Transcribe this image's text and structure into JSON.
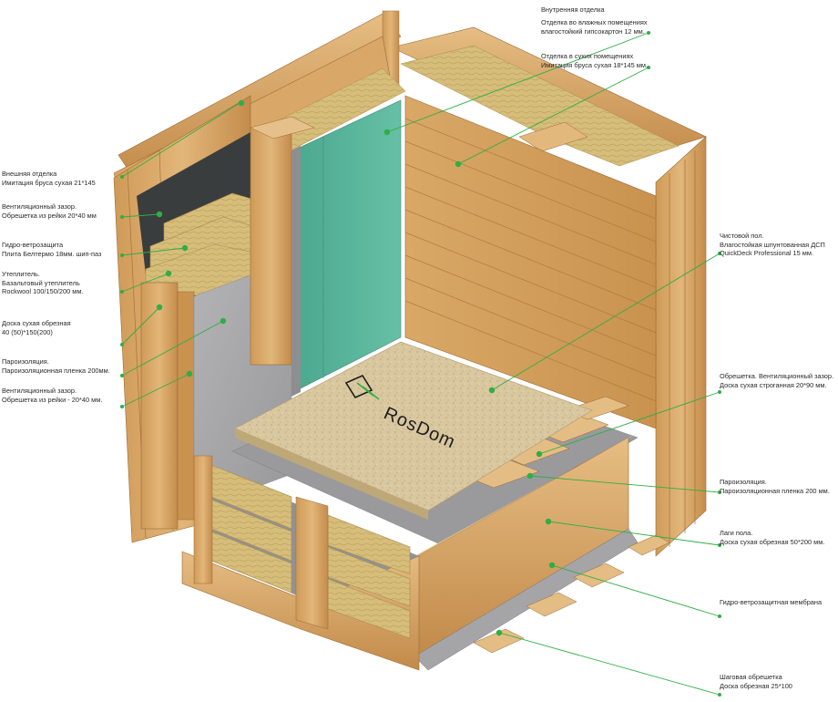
{
  "colors": {
    "wood_light": "#e2b679",
    "wood_mid": "#cf9a58",
    "wood_dark": "#a8733a",
    "insulation": "#d6bd7a",
    "membrane_dark": "#3a3d3d",
    "vapor_grey": "#a9a9ab",
    "drywall_green": "#57b49a",
    "osb": "#d8c79f",
    "accent_green": "#2fae45"
  },
  "logo_text": "RosDom",
  "labels": {
    "inner_finish_title": "Внутренняя отделка",
    "wet_rooms": [
      "Отделка во влажных помещениях",
      "влагостойкий гипсокартон 12 мм."
    ],
    "dry_rooms": [
      "Отделка в сухих помещениях",
      "Имитация бруса сухая 18*145 мм."
    ],
    "outer_finish": [
      "Внешняя отделка",
      "Имитация бруса сухая 21*145"
    ],
    "vent_gap_outer": [
      "Вентиляционный зазор.",
      "Обрешетка из рейки 20*40 мм"
    ],
    "wind_barrier": [
      "Гидро-ветрозащита",
      "Плита Белтермо 18мм. шип-паз"
    ],
    "insulation": [
      "Утеплитель.",
      "Базальтовый утеплитель",
      "Rockwool 100/150/200 мм."
    ],
    "board": [
      "Доска сухая обрезная",
      "40 (50)*150(200)"
    ],
    "vapor_wall": [
      "Пароизоляция.",
      "Пароизоляционная пленка  200мм."
    ],
    "vent_gap_inner": [
      "Вентиляционный зазор.",
      "Обрешетка из рейки - 20*40 мм."
    ],
    "finish_floor": [
      "Чистовой пол.",
      "Влагостойкая шпунтованная ДСП",
      "QuickDeck Professional 15 мм."
    ],
    "lathing_floor": [
      "Обрешетка. Вентиляционный зазор.",
      "Доска  сухая строганная 20*90 мм."
    ],
    "vapor_floor": [
      "Пароизоляция.",
      "Пароизоляционная пленка 200 мм."
    ],
    "joists": [
      "Лаги пола.",
      "Доска сухая обрезная 50*200 мм."
    ],
    "membrane": [
      "Гидро-ветрозащитная мембрана"
    ],
    "step_lathing": [
      "Шаговая обрешетка",
      "Доска обрезная 25*100"
    ]
  }
}
